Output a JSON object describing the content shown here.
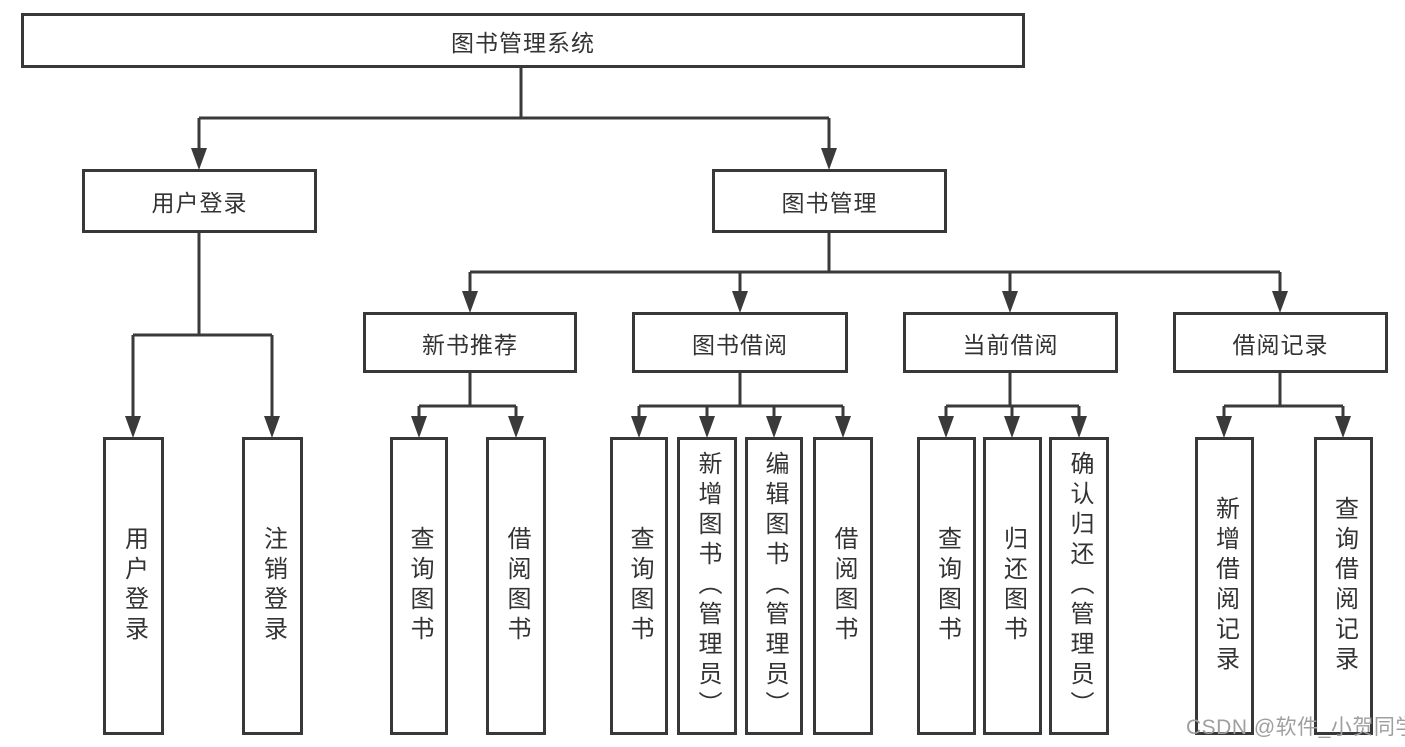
{
  "diagram": {
    "root": "图书管理系统",
    "branches": [
      {
        "label": "用户登录",
        "children": [
          "用户登录",
          "注销登录"
        ]
      },
      {
        "label": "图书管理",
        "children": [
          {
            "label": "新书推荐",
            "children": [
              "查询图书",
              "借阅图书"
            ]
          },
          {
            "label": "图书借阅",
            "children": [
              "查询图书",
              "新增图书（管理员）",
              "编辑图书（管理员）",
              "借阅图书"
            ]
          },
          {
            "label": "当前借阅",
            "children": [
              "查询图书",
              "归还图书",
              "确认归还（管理员）"
            ]
          },
          {
            "label": "借阅记录",
            "children": [
              "新增借阅记录",
              "查询借阅记录"
            ]
          }
        ]
      }
    ]
  },
  "watermark": "CSDN @软件_小贺同学",
  "colors": {
    "line": "#3a3a3a",
    "box_border": "#383838",
    "text": "#333333",
    "watermark": "#9f9f9f",
    "background": "#ffffff"
  }
}
